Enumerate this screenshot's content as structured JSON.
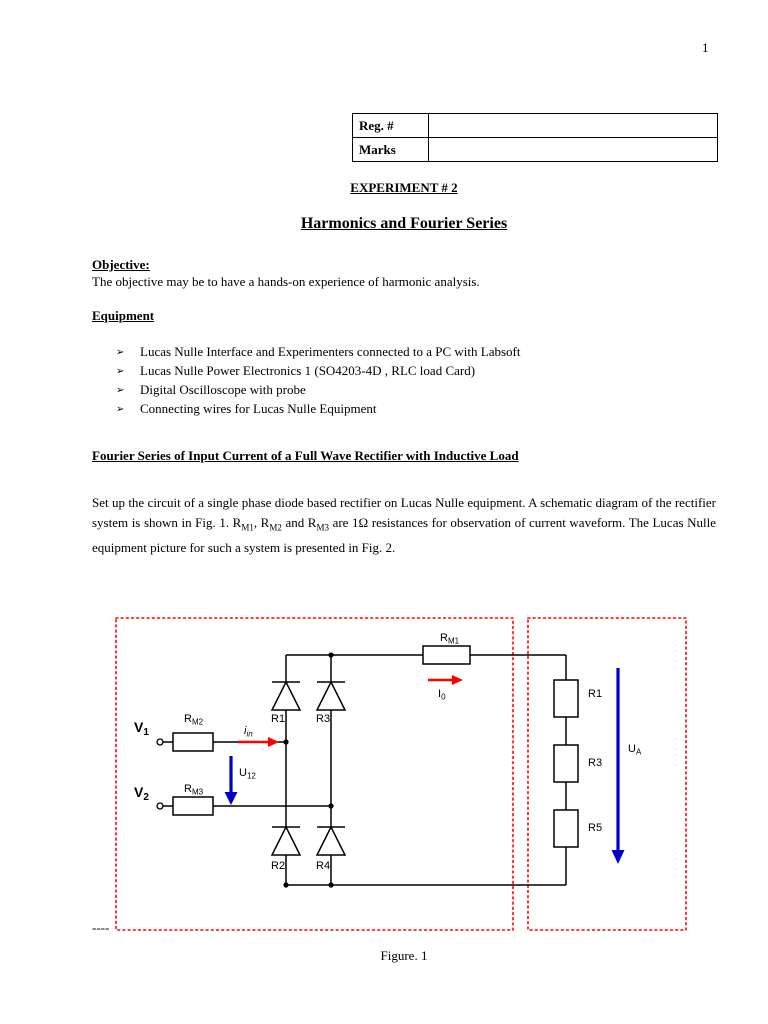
{
  "page": {
    "number": "1"
  },
  "reg_table": {
    "rows": [
      {
        "label": "Reg. #",
        "value": ""
      },
      {
        "label": "Marks",
        "value": ""
      }
    ]
  },
  "headings": {
    "experiment": "EXPERIMENT # 2",
    "title": "Harmonics and Fourier Series",
    "objective": "Objective:",
    "equipment": "Equipment",
    "section": "Fourier Series of Input Current of a Full Wave Rectifier with Inductive Load"
  },
  "objective_text": "The objective may be to have a hands-on experience of harmonic analysis.",
  "bullet": "➢",
  "equipment_items": [
    "Lucas Nulle Interface and Experimenters connected to a PC with Labsoft",
    "Lucas Nulle Power Electronics 1 (SO4203-4D , RLC load Card)",
    "Digital Oscilloscope with probe",
    "Connecting wires for Lucas Nulle Equipment"
  ],
  "paragraph": {
    "p1": "Set up the circuit of a single phase diode based rectifier on Lucas Nulle equipment. A schematic diagram of the rectifier system is shown in Fig. 1. R",
    "s1": "M1",
    "p2": ", R",
    "s2": "M2",
    "p3": " and R",
    "s3": "M3",
    "p4": " are 1Ω resistances for observation of current waveform. The Lucas Nulle equipment picture for such a system is presented in Fig. 2."
  },
  "figure": {
    "dashes": "----",
    "caption": "Figure. 1",
    "labels": {
      "v1": "V",
      "v1_sub": "1",
      "v2": "V",
      "v2_sub": "2",
      "rm1": "R",
      "rm1_sub": "M1",
      "rm2": "R",
      "rm2_sub": "M2",
      "rm3": "R",
      "rm3_sub": "M3",
      "iin": "i",
      "iin_sub": "in",
      "i0": "I",
      "i0_sub": "0",
      "u12": "U",
      "u12_sub": "12",
      "ua": "U",
      "ua_sub": "A",
      "d1": "R1",
      "d2": "R2",
      "d3": "R3",
      "d4": "R4",
      "load_r1": "R1",
      "load_r3": "R3",
      "load_r5": "R5"
    },
    "colors": {
      "wire": "#000000",
      "dotted_box": "#ff0000",
      "current_arrow": "#ff0000",
      "voltage_arrow": "#0000cc"
    }
  }
}
